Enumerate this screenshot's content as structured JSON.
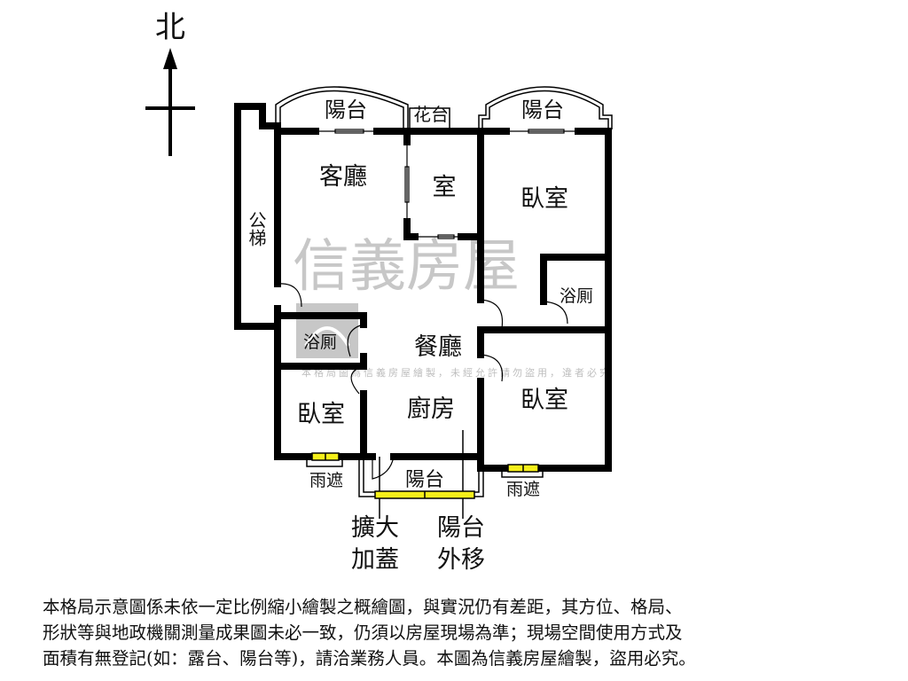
{
  "compass": {
    "north_label": "北"
  },
  "rooms": {
    "balcony_top_left": "陽台",
    "planter": "花台",
    "balcony_top_right": "陽台",
    "living_room": "客廳",
    "room": "室",
    "bedroom_ne": "臥室",
    "stairs": "公梯",
    "bath_right": "浴厠",
    "bath_left": "浴厠",
    "dining_room": "餐廳",
    "bedroom_sw": "臥室",
    "kitchen": "廚房",
    "bedroom_se": "臥室",
    "rain_cover_left": "雨遮",
    "rain_cover_right": "雨遮",
    "balcony_bottom": "陽台"
  },
  "annotations": {
    "extension_line1": "擴大",
    "extension_line2": "加蓋",
    "balcony_moved_line1": "陽台",
    "balcony_moved_line2": "外移"
  },
  "watermark": {
    "brand": "信義房屋",
    "notice": "本格局圖為信義房屋繪製，未經允許請勿盜用，違者必究"
  },
  "colors": {
    "wall": "#000000",
    "window_fill": "#f5ef1a",
    "watermark": "#9a9a9a"
  },
  "disclaimer": [
    "本格局示意圖係未依一定比例縮小繪製之概繪圖，與實況仍有差距，其方位、格局、",
    "形狀等與地政機關測量成果圖未必一致，仍須以房屋現場為準；現場空間使用方式及",
    "面積有無登記(如：露台、陽台等)，請洽業務人員。本圖為信義房屋繪製，盜用必究。"
  ]
}
